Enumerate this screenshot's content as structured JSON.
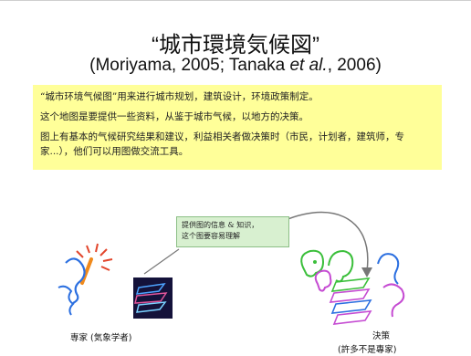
{
  "slide": {
    "title": "“城市環境気候図”",
    "subtitle_authors": "(Moriyama, 2005; Tanaka ",
    "subtitle_etal": "et al.",
    "subtitle_rest": ", 2006)"
  },
  "notes": {
    "line1": "“城市环境气候图”用来进行城市规划，建筑设计，环境政策制定。",
    "line2": "这个地图是要提供一些资料，从鉴于城市气候，以地方的决策。",
    "line3": "图上有基本的气候研究结果和建议，利益相关者做决策时（市民，计划者，建筑师，专家...），他们可以用图做交流工具。"
  },
  "callout": {
    "line1": "提供图的信息 & 知识，",
    "line2": "这个图要容易理解"
  },
  "labels": {
    "expert": "専家 (気象学者)",
    "decision": "決策",
    "decision_sub": "(許多不是專家)"
  },
  "colors": {
    "notes_bg": "#ffff99",
    "callout_bg": "#d8f0d0",
    "map_bg": "#14123a"
  }
}
